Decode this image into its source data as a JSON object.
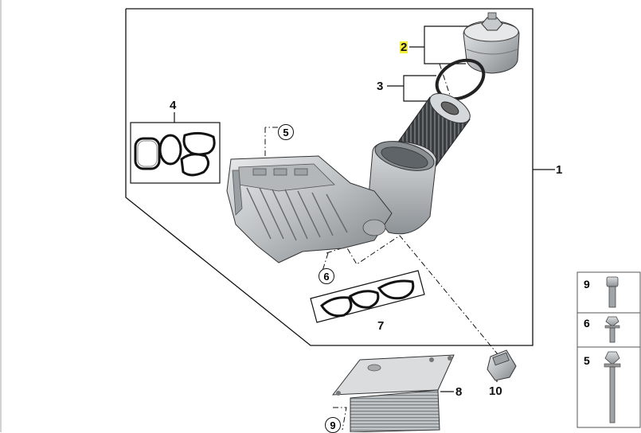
{
  "labels": {
    "p1": "1",
    "p2": "2",
    "p3": "3",
    "p4": "4",
    "p5": "5",
    "p6": "6",
    "p7": "7",
    "p8": "8",
    "p9": "9",
    "p10": "10"
  },
  "legend": {
    "items": [
      {
        "num": "9",
        "icon": "short-bolt-icon"
      },
      {
        "num": "6",
        "icon": "collar-bolt-icon"
      },
      {
        "num": "5",
        "icon": "long-bolt-icon"
      }
    ]
  },
  "colors": {
    "highlight": "#f3ee3a",
    "line": "#111111",
    "part_fill": "#cfd2d4",
    "part_dark": "#8a8f93"
  }
}
